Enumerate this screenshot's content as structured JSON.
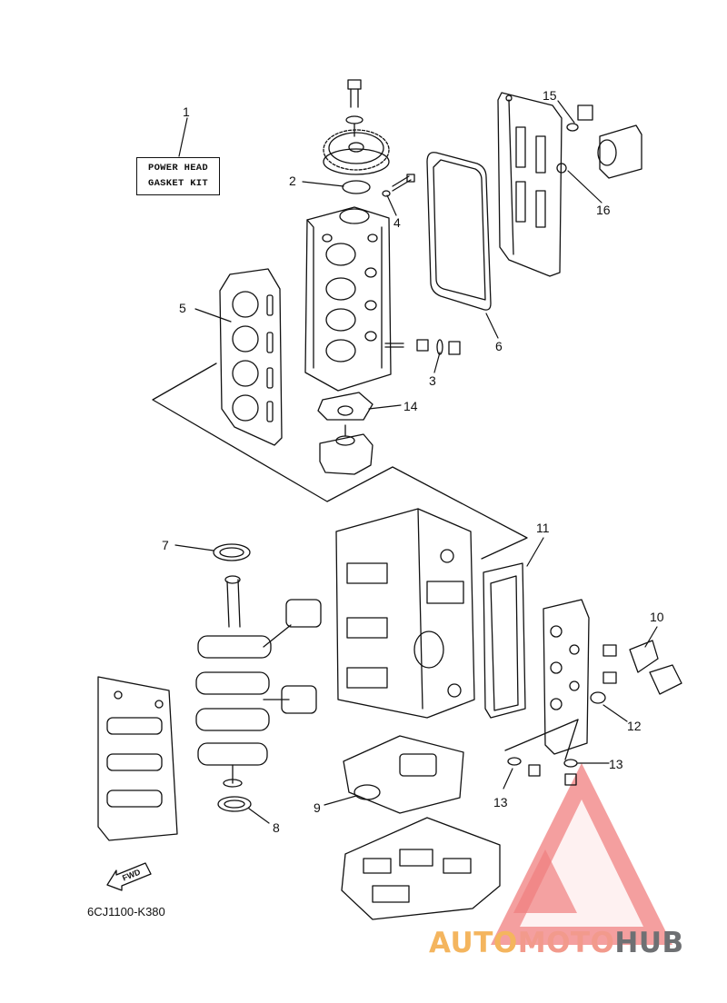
{
  "kit_label": {
    "line1": "POWER HEAD",
    "line2": "GASKET KIT"
  },
  "diagram_code": "6CJ1100-K380",
  "fwd_label": "FWD",
  "callouts": [
    "1",
    "2",
    "3",
    "4",
    "5",
    "6",
    "7",
    "8",
    "9",
    "10",
    "11",
    "12",
    "13",
    "13",
    "14",
    "15",
    "16"
  ],
  "brand": {
    "part1": "AUTO",
    "part2": "MOTO",
    "part3": "HUB"
  },
  "colors": {
    "line": "#111111",
    "watermark": "#f07f7f",
    "brand_yellow": "#f4b55e",
    "brand_pink": "#f29a8c",
    "brand_gray": "#6e7073"
  }
}
